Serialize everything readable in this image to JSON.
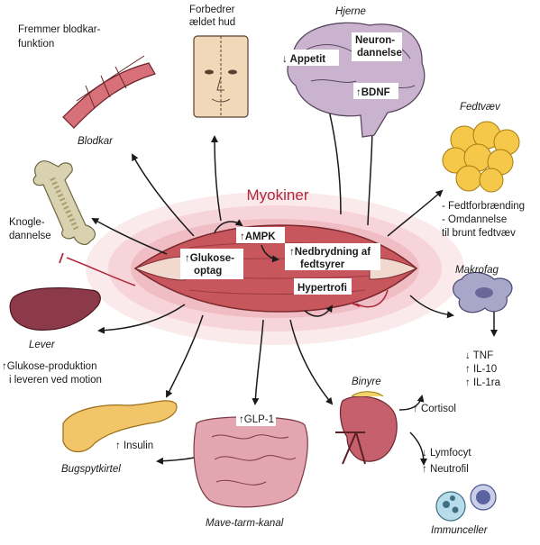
{
  "title": "Myokiner",
  "center_boxes": {
    "glucose": [
      "↑Glukose-",
      "optag"
    ],
    "ampk": "↑AMPK",
    "fatty": [
      "↑Nedbrydning af",
      "fedtsyrer"
    ],
    "hyper": "Hypertrofi"
  },
  "organs": {
    "bloodvessel": {
      "effect": [
        "Fremmer blodkar-",
        "funktion"
      ],
      "name": "Blodkar"
    },
    "skin": {
      "effect": [
        "Forbedrer",
        "ældet hud"
      ]
    },
    "brain": {
      "name": "Hjerne",
      "appetite": "↓ Appetit",
      "neuro": [
        "Neuron-",
        "dannelse"
      ],
      "bdnf": "↑BDNF"
    },
    "fat": {
      "name": "Fedtvæv",
      "effects": [
        "- Fedtforbrænding",
        "- Omdannelse",
        "til brunt fedtvæv"
      ]
    },
    "macrophage": {
      "name": "Makrofag",
      "effects": [
        "↓ TNF",
        "↑ IL-10",
        "↑ IL-1ra"
      ]
    },
    "bone": {
      "name": [
        "Knogle-",
        "dannelse"
      ]
    },
    "liver": {
      "name": "Lever",
      "effect": [
        "↑Glukose-produktion",
        "i leveren ved motion"
      ]
    },
    "pancreas": {
      "name": "Bugspytkirtel",
      "effect": "↑ Insulin"
    },
    "gut": {
      "name": "Mave-tarm-kanal",
      "effect": "↑GLP-1"
    },
    "adrenal": {
      "name": "Binyre",
      "effect": "↑ Cortisol"
    },
    "immune": {
      "name": "Immunceller",
      "effects": [
        "↓ Lymfocyt",
        "↑ Neutrofil"
      ]
    }
  },
  "colors": {
    "muscle": "#c8575d",
    "halo": "#f3c6cc",
    "inhibit": "#b0283c",
    "arrow": "#1a1a1a"
  }
}
